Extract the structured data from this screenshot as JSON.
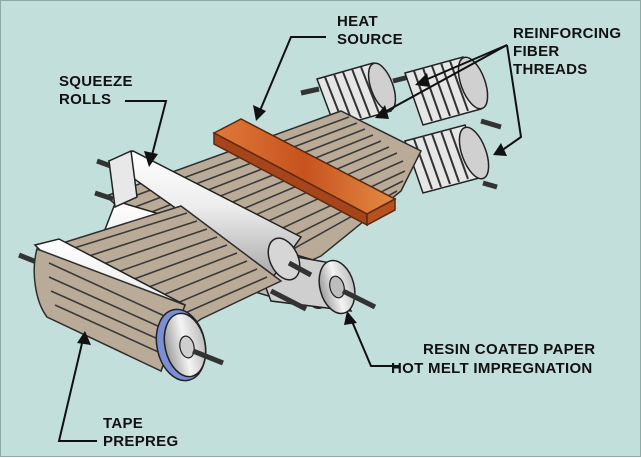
{
  "labels": {
    "heat_source": [
      "HEAT",
      "SOURCE"
    ],
    "reinforcing_fiber_threads": [
      "REINFORCING",
      "FIBER",
      "THREADS"
    ],
    "squeeze_rolls": [
      "SQUEEZE",
      "ROLLS"
    ],
    "resin_coated_paper": "RESIN COATED PAPER",
    "hot_melt_impregnation": "HOT MELT IMPREGNATION",
    "tape_prepreg": [
      "TAPE",
      "PREPREG"
    ]
  },
  "colors": {
    "background": "#c3dfdc",
    "fiber": "#b9ab98",
    "fiber_line": "#3a3a3a",
    "heater": "#d86a2c",
    "roll_light": "#f2f2f2",
    "roll_shade": "#b8b8b8",
    "spool_blue": "#7a8fd4"
  }
}
